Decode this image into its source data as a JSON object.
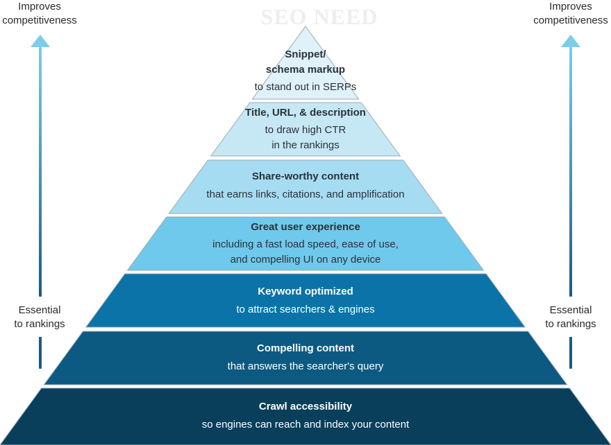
{
  "watermark": "SEO NEED",
  "left_side": {
    "top_label": [
      "Improves",
      "competitiveness"
    ],
    "bottom_label": [
      "Essential",
      "to rankings"
    ]
  },
  "right_side": {
    "top_label": [
      "Improves",
      "competitiveness"
    ],
    "bottom_label": [
      "Essential",
      "to rankings"
    ]
  },
  "colors": {
    "arrow_top": "#7ecbea",
    "arrow_bottom": "#1b5a80",
    "tiers": [
      "#dff2fa",
      "#c6e8f5",
      "#a6dcf2",
      "#6fc9ec",
      "#0b73a8",
      "#0c5a82",
      "#0a3f5c"
    ],
    "tier_stroke": "#9aaab4"
  },
  "pyramid": {
    "tiers": [
      {
        "title_lines": [
          "Snippet/",
          "schema markup"
        ],
        "desc_lines": [
          "to stand out in SERPs"
        ]
      },
      {
        "title_lines": [
          "Title, URL, & description"
        ],
        "desc_lines": [
          "to draw high CTR",
          "in the rankings"
        ]
      },
      {
        "title_lines": [
          "Share-worthy content"
        ],
        "desc_lines": [
          "that earns links, citations, and amplification"
        ]
      },
      {
        "title_lines": [
          "Great user experience"
        ],
        "desc_lines": [
          "including a fast load speed, ease of use,",
          "and compelling UI on any device"
        ]
      },
      {
        "title_lines": [
          "Keyword optimized"
        ],
        "desc_lines": [
          "to attract searchers & engines"
        ]
      },
      {
        "title_lines": [
          "Compelling content"
        ],
        "desc_lines": [
          "that answers the searcher's query"
        ]
      },
      {
        "title_lines": [
          "Crawl accessibility"
        ],
        "desc_lines": [
          "so engines can reach and index your content"
        ]
      }
    ]
  }
}
